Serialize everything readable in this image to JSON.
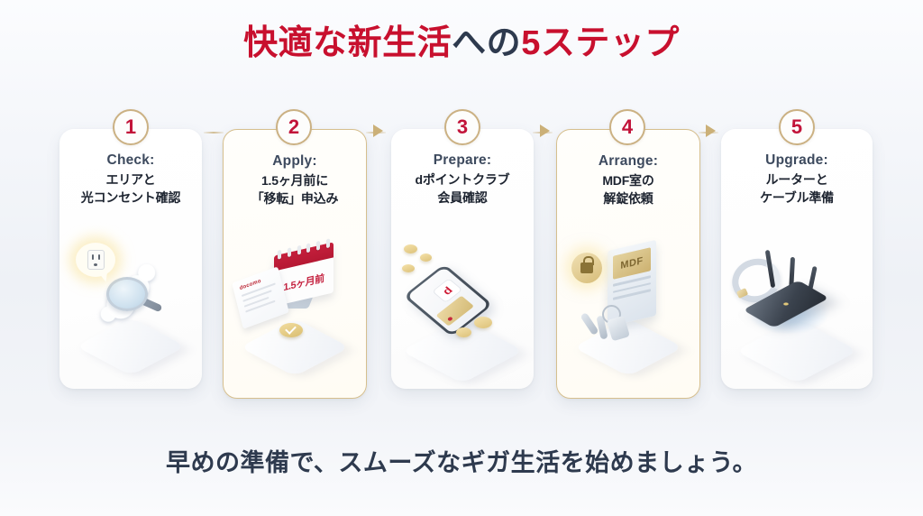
{
  "title": {
    "part1": "快適な新生活",
    "part2": "への",
    "part3": "5ステップ",
    "color_red": "#c8102e",
    "color_navy": "#2e3a4e"
  },
  "steps": [
    {
      "number": "1",
      "en": "Check:",
      "jp_line1": "エリアと",
      "jp_line2": "光コンセント確認",
      "illustration": "japan-map-magnifier-outlet"
    },
    {
      "number": "2",
      "en": "Apply:",
      "jp_line1": "1.5ヶ月前に",
      "jp_line2": "「移転」申込み",
      "illustration": "calendar-document-check",
      "calendar_label": "1.5ヶ月前",
      "document_brand": "docomo"
    },
    {
      "number": "3",
      "en": "Prepare:",
      "jp_line1": "dポイントクラブ",
      "jp_line2": "会員確認",
      "illustration": "smartphone-dpoint-coins",
      "app_logo": "d"
    },
    {
      "number": "4",
      "en": "Arrange:",
      "jp_line1": "MDF室の",
      "jp_line2": "解錠依頼",
      "illustration": "mdf-door-lock-keys",
      "door_label": "MDF"
    },
    {
      "number": "5",
      "en": "Upgrade:",
      "jp_line1": "ルーターと",
      "jp_line2": "ケーブル準備",
      "illustration": "router-antennas-cable"
    }
  ],
  "footer": {
    "text": "早めの準備で、スムーズなギガ生活を始めましょう。"
  },
  "colors": {
    "background": "#eef1f6",
    "gold": "#cbb183",
    "badge_number": "#c2143a",
    "card_bg": "#ffffff",
    "en_label": "#3d4a5e",
    "jp_label": "#1d2430"
  }
}
